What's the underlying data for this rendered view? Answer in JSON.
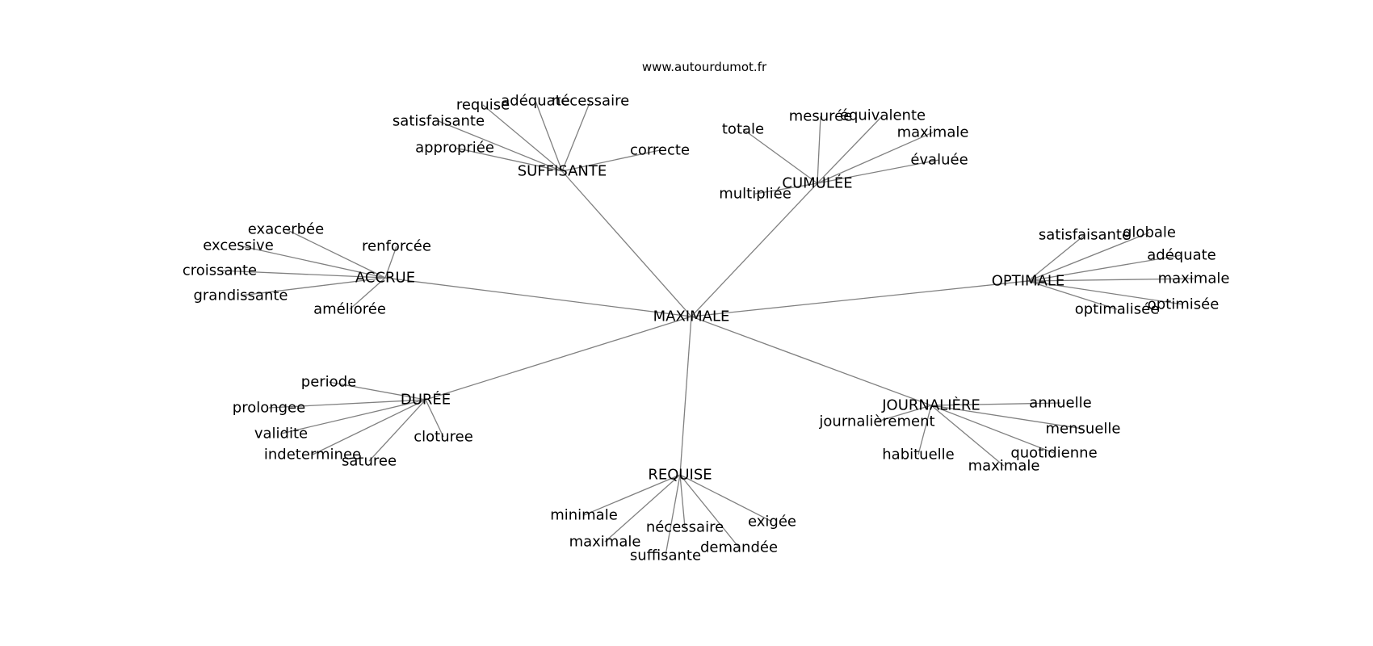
{
  "source": "www.autourdumot.fr",
  "root": "MAXIMALE",
  "clusters": [
    {
      "hub": "SUFFISANTE",
      "leaves": [
        "requise",
        "adéquate",
        "nécessaire",
        "satisfaisante",
        "appropriée",
        "correcte"
      ]
    },
    {
      "hub": "CUMULÉE",
      "leaves": [
        "totale",
        "mesurée",
        "équivalente",
        "maximale",
        "évaluée",
        "multipliée"
      ]
    },
    {
      "hub": "ACCRUE",
      "leaves": [
        "exacerbée",
        "renforcée",
        "excessive",
        "croissante",
        "grandissante",
        "améliorée"
      ]
    },
    {
      "hub": "OPTIMALE",
      "leaves": [
        "satisfaisante",
        "globale",
        "adéquate",
        "maximale",
        "optimisée",
        "optimalisée"
      ]
    },
    {
      "hub": "DURÉE",
      "leaves": [
        "periode",
        "prolongee",
        "validite",
        "indeterminee",
        "saturee",
        "cloturee"
      ]
    },
    {
      "hub": "JOURNALIÈRE",
      "leaves": [
        "annuelle",
        "journalièrement",
        "mensuelle",
        "quotidienne",
        "habituelle",
        "maximale"
      ]
    },
    {
      "hub": "REQUISE",
      "leaves": [
        "minimale",
        "maximale",
        "nécessaire",
        "suffisante",
        "demandée",
        "exigée"
      ]
    }
  ]
}
